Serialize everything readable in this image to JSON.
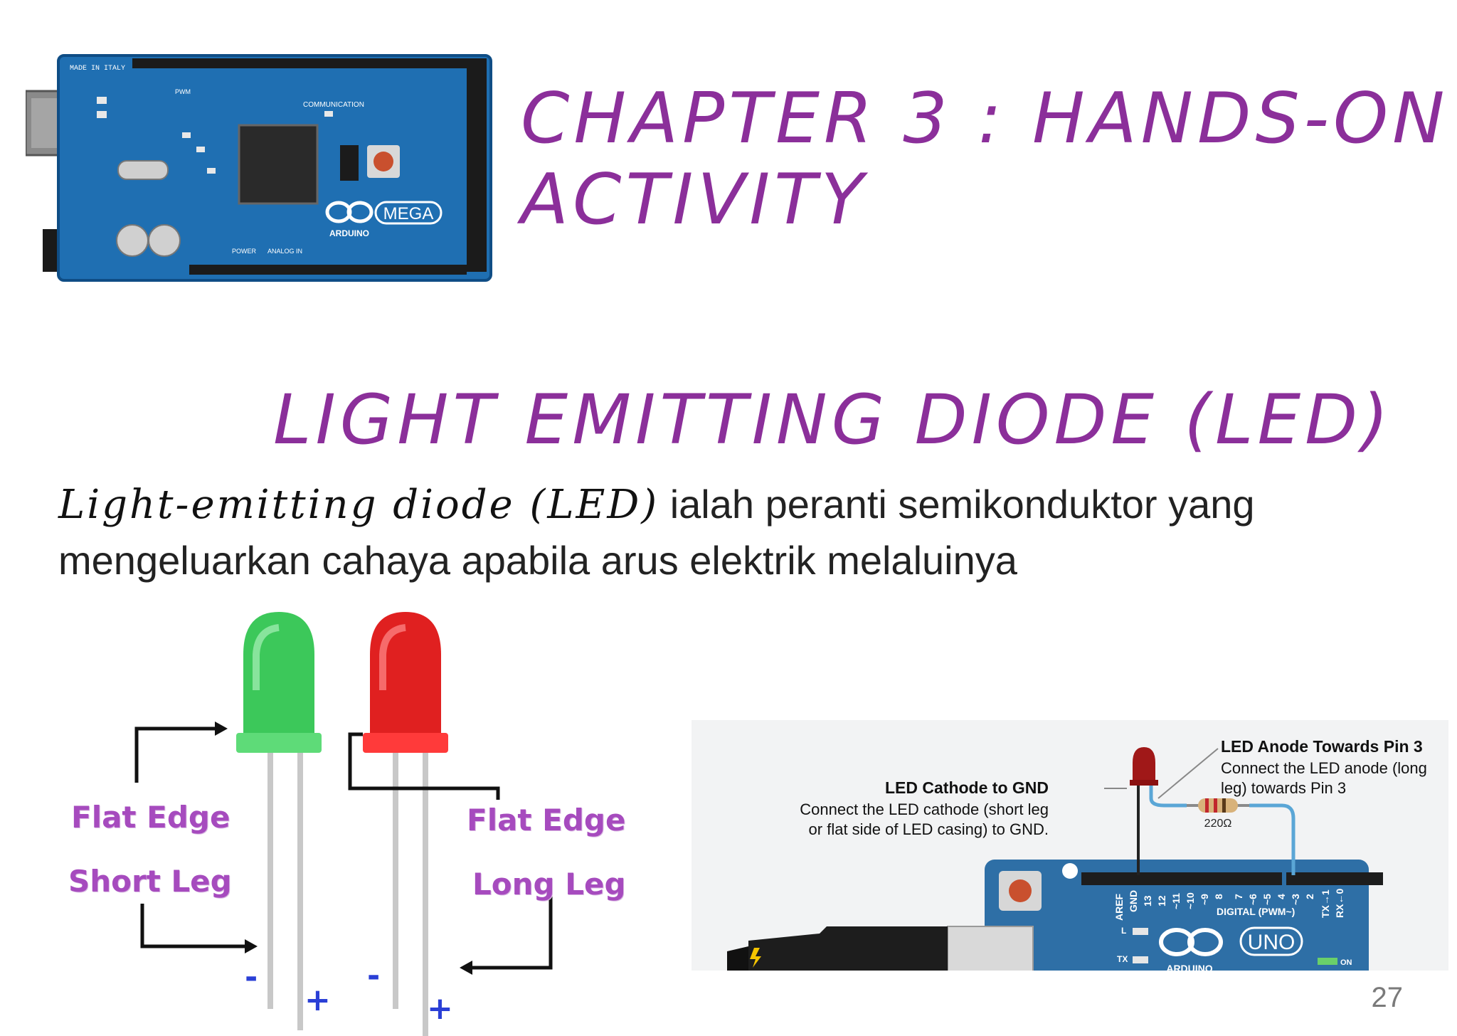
{
  "header": {
    "chapter_line1": "CHAPTER 3 : HANDS-ON",
    "chapter_line2": "ACTIVITY"
  },
  "mega_board": {
    "brand": "ARDUINO",
    "model": "MEGA",
    "made_in": "MADE IN ITALY",
    "sections": [
      "COMMUNICATION",
      "POWER",
      "ANALOG IN",
      "PWM"
    ]
  },
  "section": {
    "heading": "LIGHT EMITTING DIODE (LED)",
    "intro_term": "Light-emitting diode (LED)",
    "intro_text": " ialah peranti semikonduktor yang mengeluarkan cahaya apabila arus elektrik melaluinya"
  },
  "led_figure": {
    "left_flat_label": "Flat Edge",
    "left_leg_label": "Short Leg",
    "right_flat_label": "Flat Edge",
    "right_leg_label": "Long Leg",
    "minus_sign": "-",
    "plus_sign": "+",
    "colors": {
      "green_led": "#3cc85a",
      "red_led": "#e02020",
      "label": "#A64BBE",
      "polarity": "#2a3fd6"
    }
  },
  "uno_diagram": {
    "cathode_title": "LED Cathode to GND",
    "cathode_body": "Connect the LED cathode (short leg or flat side of LED casing) to GND.",
    "anode_title": "LED Anode Towards Pin 3",
    "anode_body": "Connect the LED anode (long leg) towards Pin 3",
    "resistor_label": "220Ω",
    "header_labels": [
      "AREF",
      "GND",
      "13",
      "12",
      "~11",
      "~10",
      "~9",
      "8",
      "7",
      "~6",
      "~5",
      "4",
      "~3",
      "2",
      "TX→1",
      "RX←0"
    ],
    "digital_label": "DIGITAL (PWM~)",
    "brand": "ARDUINO",
    "model": "UNO",
    "l_label": "L",
    "tx_label": "TX",
    "on_label": "ON"
  },
  "footer": {
    "page_number": "27"
  }
}
